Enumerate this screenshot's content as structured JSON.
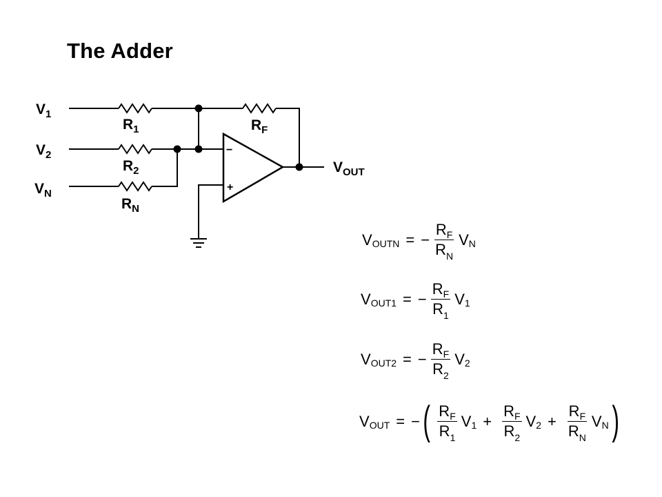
{
  "title": "The Adder",
  "circuit": {
    "inputs": [
      {
        "label": "V",
        "sub": "1"
      },
      {
        "label": "V",
        "sub": "2"
      },
      {
        "label": "V",
        "sub": "N"
      }
    ],
    "resistors": [
      {
        "label": "R",
        "sub": "1"
      },
      {
        "label": "R",
        "sub": "2"
      },
      {
        "label": "R",
        "sub": "N"
      },
      {
        "label": "R",
        "sub": "F"
      }
    ],
    "output": {
      "label": "V",
      "sub": "OUT"
    },
    "opamp_minus": "−",
    "opamp_plus": "+"
  },
  "equations": [
    {
      "lhs": "V",
      "lhs_sub": "OUTN",
      "eq": "=",
      "sign": "−",
      "num": "R",
      "num_sub": "F",
      "den": "R",
      "den_sub": "N",
      "var": "V",
      "var_sub": "N"
    },
    {
      "lhs": "V",
      "lhs_sub": "OUT1",
      "eq": "=",
      "sign": "−",
      "num": "R",
      "num_sub": "F",
      "den": "R",
      "den_sub": "1",
      "var": "V",
      "var_sub": "1"
    },
    {
      "lhs": "V",
      "lhs_sub": "OUT2",
      "eq": "=",
      "sign": "−",
      "num": "R",
      "num_sub": "F",
      "den": "R",
      "den_sub": "2",
      "var": "V",
      "var_sub": "2"
    }
  ],
  "total": {
    "lhs": "V",
    "lhs_sub": "OUT",
    "eq": "=",
    "sign": "−",
    "lparen": "(",
    "rparen": ")",
    "plus": "+",
    "terms": [
      {
        "num": "R",
        "num_sub": "F",
        "den": "R",
        "den_sub": "1",
        "var": "V",
        "var_sub": "1"
      },
      {
        "num": "R",
        "num_sub": "F",
        "den": "R",
        "den_sub": "2",
        "var": "V",
        "var_sub": "2"
      },
      {
        "num": "R",
        "num_sub": "F",
        "den": "R",
        "den_sub": "N",
        "var": "V",
        "var_sub": "N"
      }
    ]
  }
}
